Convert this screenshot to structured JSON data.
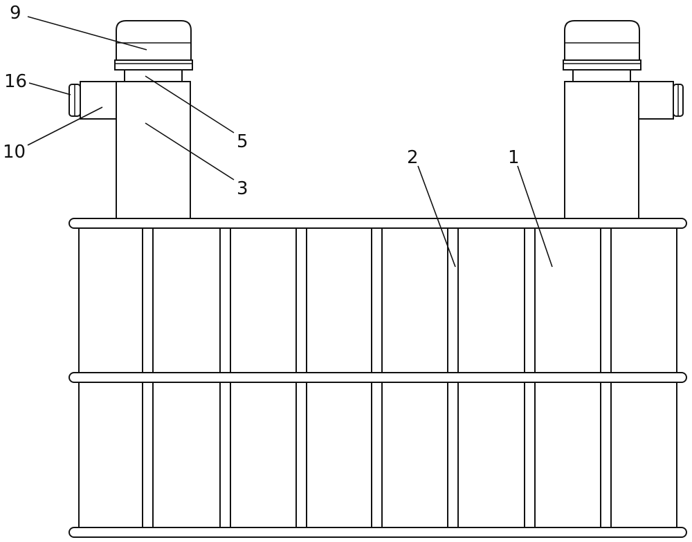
{
  "colors": {
    "line": "#111111",
    "background": "#ffffff"
  },
  "labels": {
    "part_9": "9",
    "part_16": "16",
    "part_10": "10",
    "part_5": "5",
    "part_3": "3",
    "part_2": "2",
    "part_1": "1"
  }
}
